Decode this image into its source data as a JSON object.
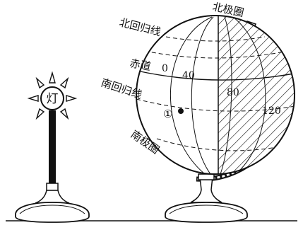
{
  "lamp": {
    "label": "灯"
  },
  "globe": {
    "labels": {
      "arctic_circle": "北极圈",
      "tropic_of_cancer": "北回归线",
      "equator": "赤道",
      "tropic_of_capricorn": "南回归线",
      "antarctic_circle": "南极圈"
    },
    "longitudes": [
      "0",
      "40",
      "80",
      "120"
    ],
    "point_marker": "①"
  }
}
